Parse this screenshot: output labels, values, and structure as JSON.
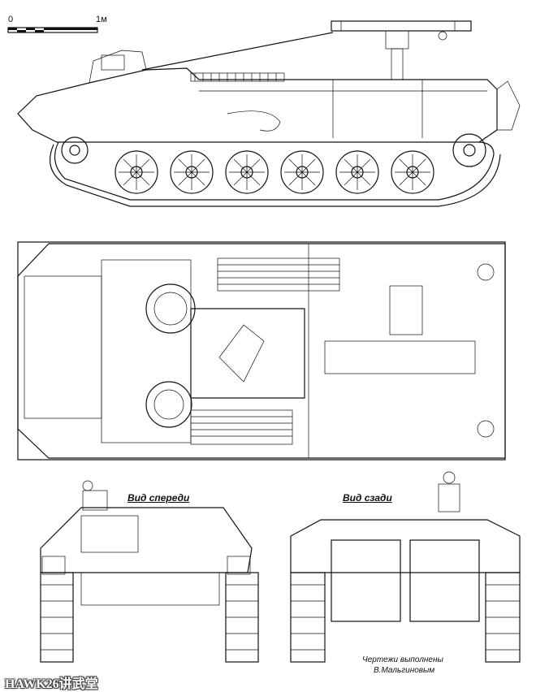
{
  "scale": {
    "start": "0",
    "end": "1м"
  },
  "views": {
    "front": {
      "title": "Вид спереди"
    },
    "rear": {
      "title": "Вид сзади"
    }
  },
  "credit": {
    "line1": "Чертежи выполнены",
    "line2": "В.Мальгиновым"
  },
  "watermark": {
    "text": "HAWK26讲武堂"
  }
}
